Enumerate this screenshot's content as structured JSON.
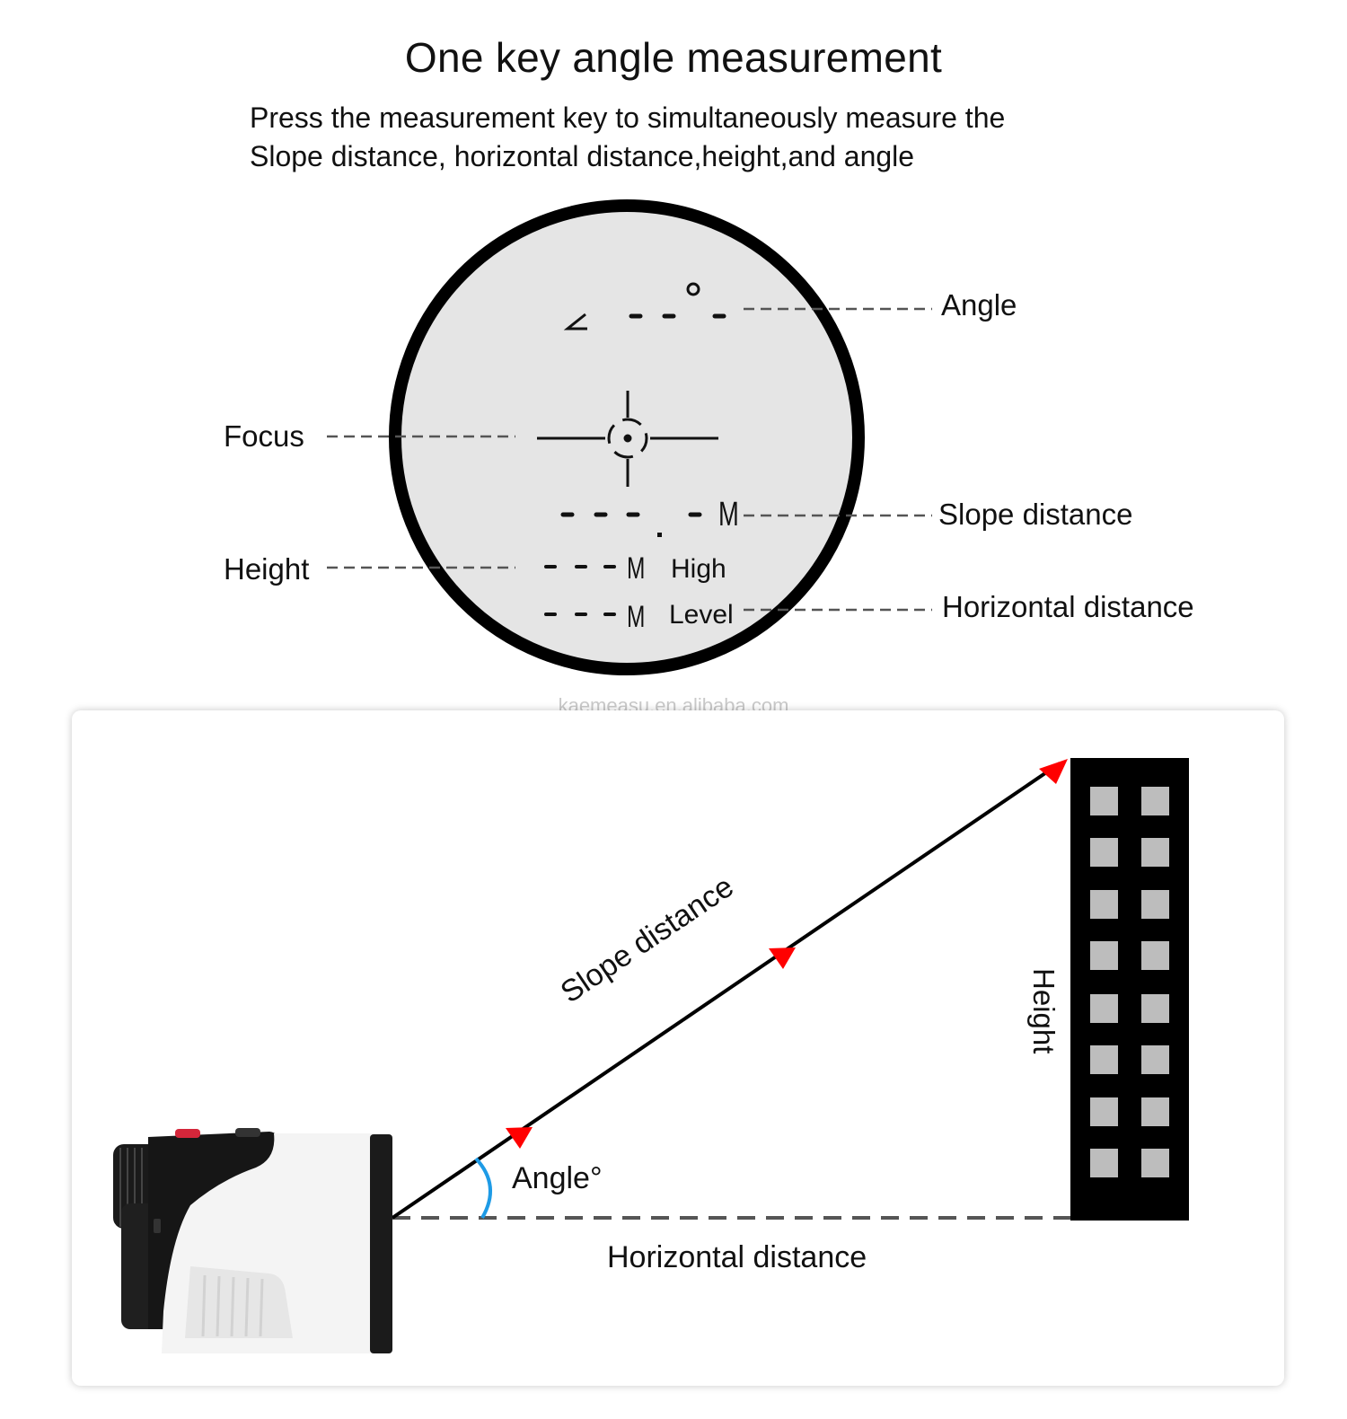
{
  "header": {
    "title": "One key angle measurement",
    "subtitle_line1": "Press the measurement key to simultaneously measure the",
    "subtitle_line2": "Slope distance, horizontal distance,height,and angle"
  },
  "viewfinder": {
    "angle_symbol": "∠",
    "degree_symbol": "°",
    "unit_m": "M",
    "high_label": "High",
    "level_label": "Level",
    "callouts": {
      "angle": "Angle",
      "focus": "Focus",
      "slope_distance": "Slope distance",
      "height": "Height",
      "horizontal_distance": "Horizontal distance"
    }
  },
  "watermark": "kaemeasu.en.alibaba.com",
  "scene": {
    "slope_distance": "Slope distance",
    "height": "Height",
    "angle": "Angle°",
    "horizontal_distance": "Horizontal distance"
  },
  "colors": {
    "arrow_red": "#ff0000",
    "angle_arc_blue": "#1e9be6",
    "building_black": "#000000",
    "window_grey": "#bdbdbd",
    "viewfinder_fill": "#e5e5e5",
    "dash_grey": "#555555"
  }
}
